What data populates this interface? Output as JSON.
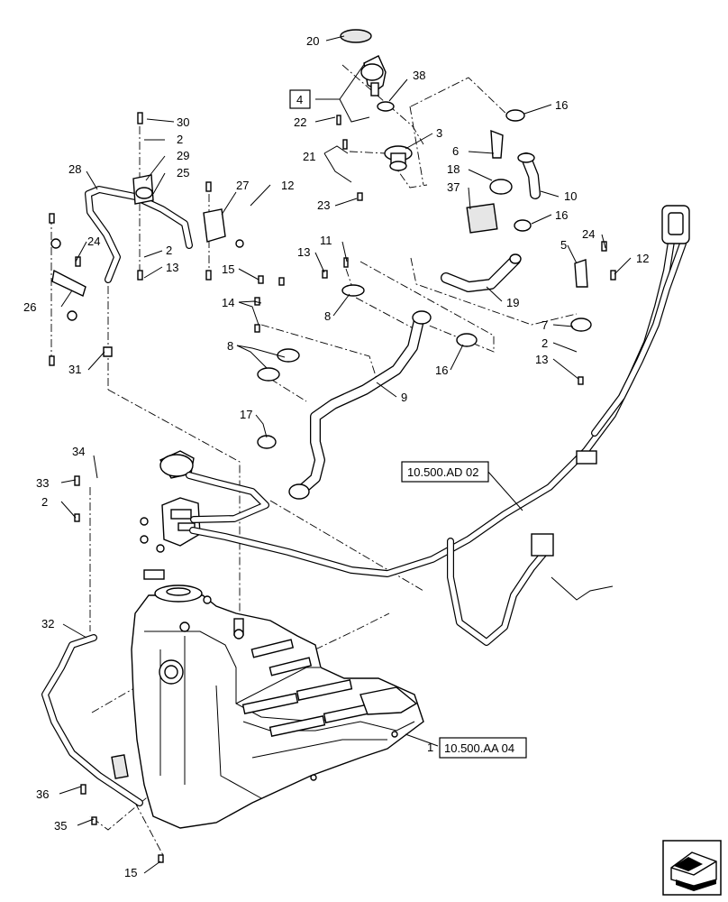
{
  "callouts": [
    {
      "id": "c20",
      "text": "20"
    },
    {
      "id": "c38",
      "text": "38"
    },
    {
      "id": "c4",
      "text": "4"
    },
    {
      "id": "c22",
      "text": "22"
    },
    {
      "id": "c3",
      "text": "3"
    },
    {
      "id": "c16a",
      "text": "16"
    },
    {
      "id": "c30",
      "text": "30"
    },
    {
      "id": "c2a",
      "text": "2"
    },
    {
      "id": "c29",
      "text": "29"
    },
    {
      "id": "c25",
      "text": "25"
    },
    {
      "id": "c28",
      "text": "28"
    },
    {
      "id": "c27",
      "text": "27"
    },
    {
      "id": "c12a",
      "text": "12"
    },
    {
      "id": "c21",
      "text": "21"
    },
    {
      "id": "c6",
      "text": "6"
    },
    {
      "id": "c18",
      "text": "18"
    },
    {
      "id": "c37",
      "text": "37"
    },
    {
      "id": "c10",
      "text": "10"
    },
    {
      "id": "c23",
      "text": "23"
    },
    {
      "id": "c16b",
      "text": "16"
    },
    {
      "id": "c24a",
      "text": "24"
    },
    {
      "id": "c2b",
      "text": "2"
    },
    {
      "id": "c13a",
      "text": "13"
    },
    {
      "id": "c11",
      "text": "11"
    },
    {
      "id": "c13b",
      "text": "13"
    },
    {
      "id": "c5",
      "text": "5"
    },
    {
      "id": "c24b",
      "text": "24"
    },
    {
      "id": "c12b",
      "text": "12"
    },
    {
      "id": "c15a",
      "text": "15"
    },
    {
      "id": "c26",
      "text": "26"
    },
    {
      "id": "c14",
      "text": "14"
    },
    {
      "id": "c8a",
      "text": "8"
    },
    {
      "id": "c19",
      "text": "19"
    },
    {
      "id": "c7",
      "text": "7"
    },
    {
      "id": "c2c",
      "text": "2"
    },
    {
      "id": "c13c",
      "text": "13"
    },
    {
      "id": "c8b",
      "text": "8"
    },
    {
      "id": "c31",
      "text": "31"
    },
    {
      "id": "c16c",
      "text": "16"
    },
    {
      "id": "c9",
      "text": "9"
    },
    {
      "id": "c17",
      "text": "17"
    },
    {
      "id": "c34",
      "text": "34"
    },
    {
      "id": "c33",
      "text": "33"
    },
    {
      "id": "c2d",
      "text": "2"
    },
    {
      "id": "c32",
      "text": "32"
    },
    {
      "id": "c1",
      "text": "1"
    },
    {
      "id": "c36",
      "text": "36"
    },
    {
      "id": "c35",
      "text": "35"
    },
    {
      "id": "c15b",
      "text": "15"
    }
  ],
  "references": {
    "ad02": "10.500.AD 02",
    "aa04": "10.500.AA 04"
  },
  "icons": {
    "corner": "forward-page-arrow-icon"
  }
}
